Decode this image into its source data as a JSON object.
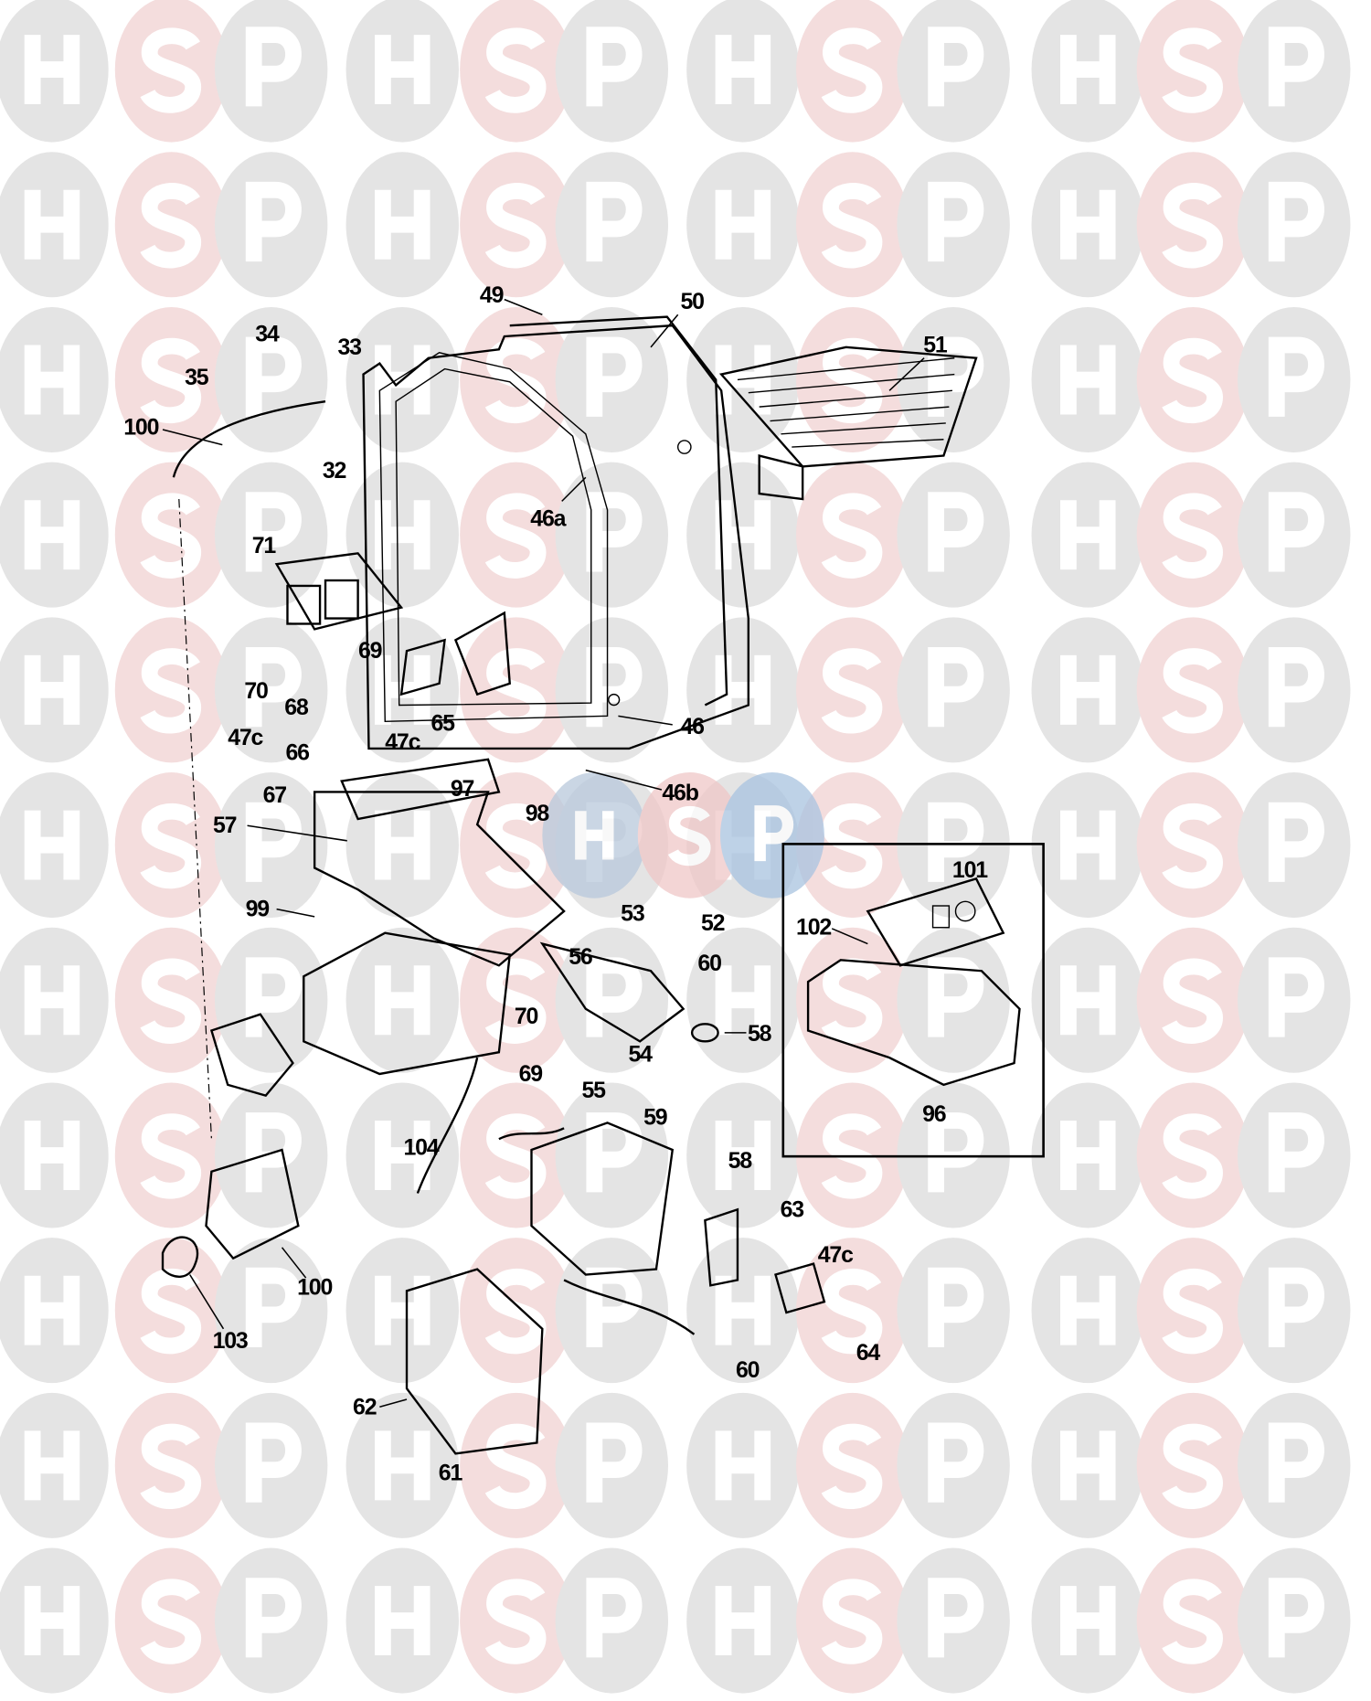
{
  "watermark": {
    "letters": [
      "H",
      "S",
      "P"
    ],
    "colors": {
      "h": "#e4e4e4",
      "s": "#f4dddd",
      "p": "#e4e4e4"
    }
  },
  "center_logo": {
    "letters": [
      "H",
      "S",
      "P"
    ],
    "colors": {
      "h": "#b9c9dc",
      "s": "#efc7c7",
      "p": "#a9c3e0"
    }
  },
  "labels": {
    "l49": "49",
    "l50": "50",
    "l51": "51",
    "l34": "34",
    "l33": "33",
    "l35": "35",
    "l100a": "100",
    "l32": "32",
    "l46a": "46a",
    "l71": "71",
    "l69a": "69",
    "l70a": "70",
    "l68": "68",
    "l65": "65",
    "l46": "46",
    "l47c_a": "47c",
    "l47c_b": "47c",
    "l66": "66",
    "l67": "67",
    "l97": "97",
    "l98": "98",
    "l46b": "46b",
    "l57": "57",
    "l101": "101",
    "l99": "99",
    "l53": "53",
    "l52": "52",
    "l102": "102",
    "l56": "56",
    "l60a": "60",
    "l70b": "70",
    "l58a": "58",
    "l69b": "69",
    "l54": "54",
    "l55": "55",
    "l96": "96",
    "l104": "104",
    "l59": "59",
    "l58b": "58",
    "l63": "63",
    "l47c_c": "47c",
    "l100b": "100",
    "l64": "64",
    "l103": "103",
    "l60b": "60",
    "l62": "62",
    "l61": "61"
  }
}
